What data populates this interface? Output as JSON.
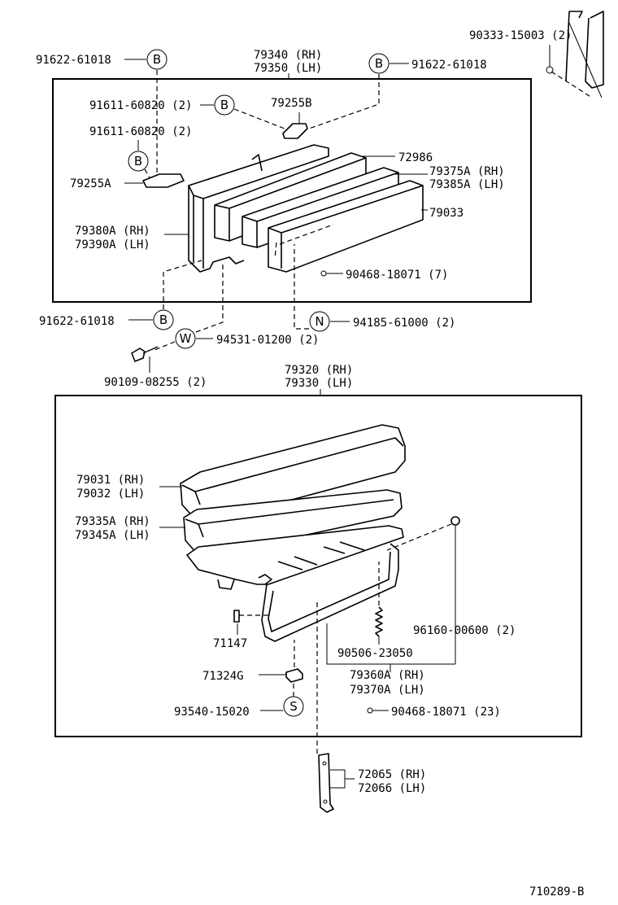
{
  "diagram_code": "710289-B",
  "top_assembly": {
    "label_rh": "79340 (RH)",
    "label_lh": "79350 (LH)",
    "items": {
      "b_bolt_top_left": "91622-61018",
      "b_bolt_top_right": "91622-61018",
      "screw_top_right": "90333-15003 (2)",
      "screw_b_1": "91611-60820 (2)",
      "screw_b_2": "91611-60820 (2)",
      "hinge_b": "79255B",
      "hinge_a": "79255A",
      "pad_72986": "72986",
      "pad_rh": "79375A (RH)",
      "pad_lh": "79385A (LH)",
      "cushion_79033": "79033",
      "frame_rh": "79380A (RH)",
      "frame_lh": "79390A (LH)",
      "clip_7": "90468-18071 (7)",
      "b_bolt_bottom": "91622-61018",
      "n_nut": "94185-61000 (2)",
      "w_washer": "94531-01200 (2)",
      "bolt_bottom": "90109-08255 (2)"
    },
    "circles": {
      "b": "B",
      "n": "N",
      "w": "W"
    }
  },
  "bottom_assembly": {
    "label_rh": "79320 (RH)",
    "label_lh": "79330 (LH)",
    "items": {
      "cushion_rh": "79031 (RH)",
      "cushion_lh": "79032 (LH)",
      "frame_rh": "79335A (RH)",
      "frame_lh": "79345A (LH)",
      "pin_71147": "71147",
      "stopper_71324g": "71324G",
      "s_clip": "93540-15020",
      "spring": "90506-23050",
      "nut_96160": "96160-00600 (2)",
      "leg_rh": "79360A (RH)",
      "leg_lh": "79370A (LH)",
      "clip_23": "90468-18071 (23)"
    },
    "circles": {
      "s": "S"
    }
  },
  "outside": {
    "bracket_rh": "72065 (RH)",
    "bracket_lh": "72066 (LH)"
  }
}
